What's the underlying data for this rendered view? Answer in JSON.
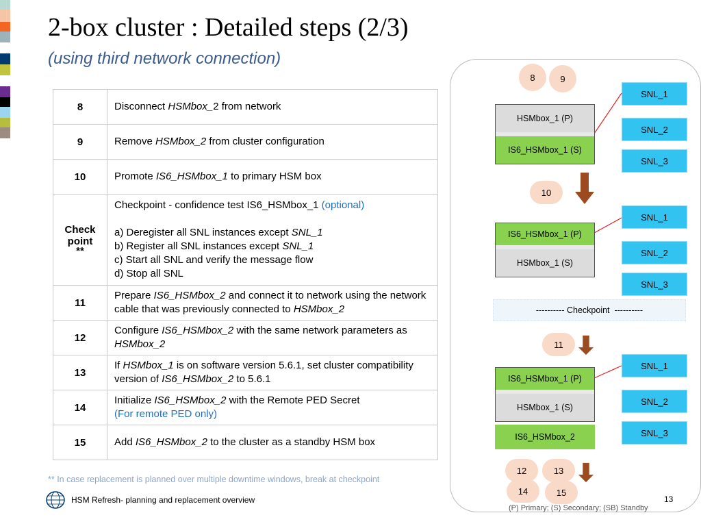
{
  "colors": {
    "swatches": [
      "#b7dbd2",
      "#f6c5a8",
      "#f26522",
      "#9cb3bc",
      "#003a70",
      "#c0c33b",
      "#6b2c91",
      "#000000",
      "#9bd5ef",
      "#b7bd3f",
      "#9b8b80"
    ],
    "blue_text": "#1f6fbf",
    "snl_fill": "#33c3f0",
    "green_fill": "#8ad14f",
    "circle_fill": "#f9d9c7",
    "arrow_fill": "#9c4a1f",
    "connector": "#e02020"
  },
  "header": {
    "title": "2-box cluster : Detailed steps (2/3)",
    "subtitle": "(using third network connection)"
  },
  "steps": [
    {
      "num": "8",
      "parts": [
        {
          "t": "Disconnect "
        },
        {
          "t": "HSMbox_",
          "i": true
        },
        {
          "t": "2 from network"
        }
      ]
    },
    {
      "num": "9",
      "parts": [
        {
          "t": "Remove "
        },
        {
          "t": "HSMbox_2",
          "i": true
        },
        {
          "t": " from cluster configuration"
        }
      ]
    },
    {
      "num": "10",
      "parts": [
        {
          "t": "Promote "
        },
        {
          "t": "IS6_HSMbox_1",
          "i": true
        },
        {
          "t": " to primary HSM box"
        }
      ]
    },
    {
      "num": "Check point **",
      "lines": [
        [
          {
            "t": "Checkpoint - confidence test IS6_HSMbox_1 "
          },
          {
            "t": "(optional)",
            "blue": true
          }
        ],
        [
          {
            "t": " "
          }
        ],
        [
          {
            "t": "a) Deregister all SNL instances except "
          },
          {
            "t": "SNL_1",
            "i": true
          }
        ],
        [
          {
            "t": "b) Register all SNL instances except "
          },
          {
            "t": "SNL_1",
            "i": true
          }
        ],
        [
          {
            "t": "c) Start all SNL and verify the message flow"
          }
        ],
        [
          {
            "t": "d) Stop all SNL"
          }
        ]
      ]
    },
    {
      "num": "11",
      "parts": [
        {
          "t": "Prepare "
        },
        {
          "t": "IS6_HSMbox_2",
          "i": true
        },
        {
          "t": " and connect it to network using the network cable that was previously connected to "
        },
        {
          "t": "HSMbox_2",
          "i": true
        }
      ]
    },
    {
      "num": "12",
      "parts": [
        {
          "t": "Configure "
        },
        {
          "t": "IS6_HSMbox_2",
          "i": true
        },
        {
          "t": " with the same network parameters as "
        },
        {
          "t": "HSMbox_2",
          "i": true
        }
      ]
    },
    {
      "num": "13",
      "parts": [
        {
          "t": "If "
        },
        {
          "t": "HSMbox_1",
          "i": true
        },
        {
          "t": " is on software version 5.6.1, set cluster compatibility version of "
        },
        {
          "t": "IS6_HSMbox_2",
          "i": true
        },
        {
          "t": " to 5.6.1"
        }
      ]
    },
    {
      "num": "14",
      "lines": [
        [
          {
            "t": "Initialize "
          },
          {
            "t": "IS6_HSMbox_2",
            "i": true
          },
          {
            "t": " with the Remote PED Secret"
          }
        ],
        [
          {
            "t": "(For remote PED only)",
            "blue": true
          }
        ]
      ]
    },
    {
      "num": "15",
      "parts": [
        {
          "t": "Add "
        },
        {
          "t": "IS6_HSMbox_2",
          "i": true
        },
        {
          "t": " to the cluster as a standby HSM box"
        }
      ]
    }
  ],
  "footnote": "** In case replacement is planned over multiple downtime windows, break at checkpoint",
  "footer": {
    "text": "HSM Refresh- planning and replacement overview",
    "page_number": "13",
    "legend": "(P) Primary; (S) Secondary; (SB) Standby",
    "logo_icon": "swift-globe-icon"
  },
  "diagram": {
    "circles": [
      "8",
      "9",
      "10",
      "11",
      "12",
      "13",
      "14",
      "15"
    ],
    "snl_labels": [
      "SNL_1",
      "SNL_2",
      "SNL_3"
    ],
    "stage1": {
      "top": "HSMbox_1 (P)",
      "bottom": "IS6_HSMbox_1 (S)"
    },
    "stage2": {
      "top": "IS6_HSMbox_1 (P)",
      "bottom": "HSMbox_1 (S)"
    },
    "stage3": {
      "top": "IS6_HSMbox_1 (P)",
      "middle": "HSMbox_1 (S)",
      "bottom": "IS6_HSMbox_2"
    },
    "checkpoint": "---------- Checkpoint  ----------",
    "arrow_icon": "down-arrow-icon"
  }
}
